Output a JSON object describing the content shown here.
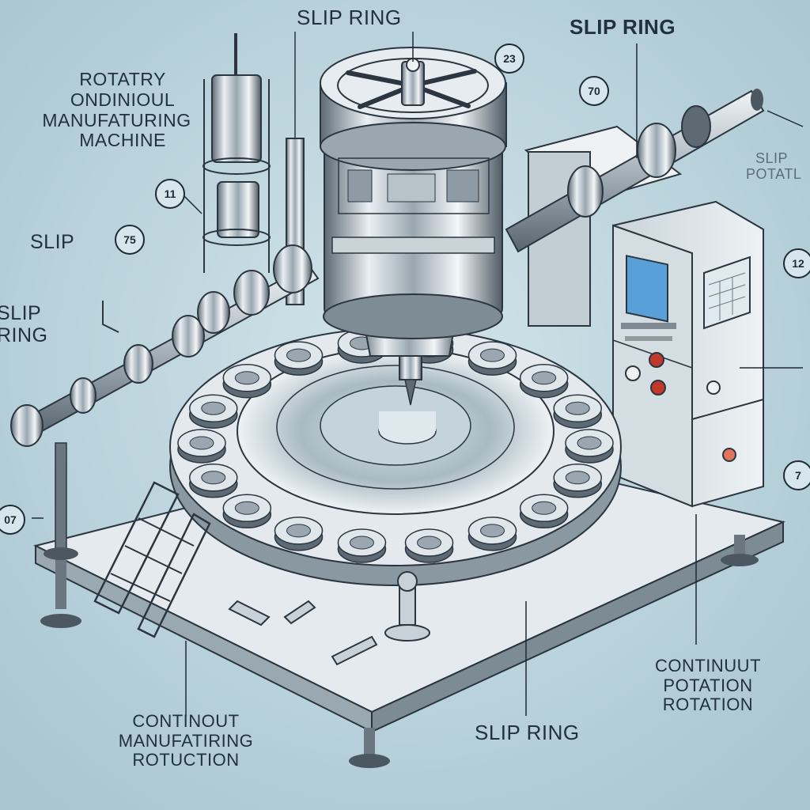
{
  "labels": {
    "slip_ring_top": "SLIP RING",
    "slip_ring_top_right": "SLIP RING",
    "title_line1": "ROTATRY",
    "title_line2": "ONDINIOUL",
    "title_line3": "MANUFATURING",
    "title_line4": "MACHINE",
    "slip_left": "SLIP",
    "slip_ring_left_line1": "SLIP",
    "slip_ring_left_line2": "RING",
    "slip_right_line1": "SLIP",
    "slip_right_line2": "POTATL",
    "bottom_left_line1": "CONTINOUT",
    "bottom_left_line2": "MANUFATIRING",
    "bottom_left_line3": "ROTUCTION",
    "slip_ring_bottom": "SLIP RING",
    "bottom_right_line1": "CONTINUUT",
    "bottom_right_line2": "POTATION",
    "bottom_right_line3": "ROTATION"
  },
  "callouts": {
    "c23": "23",
    "c70": "70",
    "c11": "11",
    "c75": "75",
    "c12": "12",
    "c7": "7",
    "c07": "07"
  },
  "colors": {
    "background": "#b8d3dc",
    "metal_dark": "#4a5560",
    "metal_light": "#e8eef2",
    "accent_red": "#c0392b",
    "screen_blue": "#5aa0d8"
  }
}
